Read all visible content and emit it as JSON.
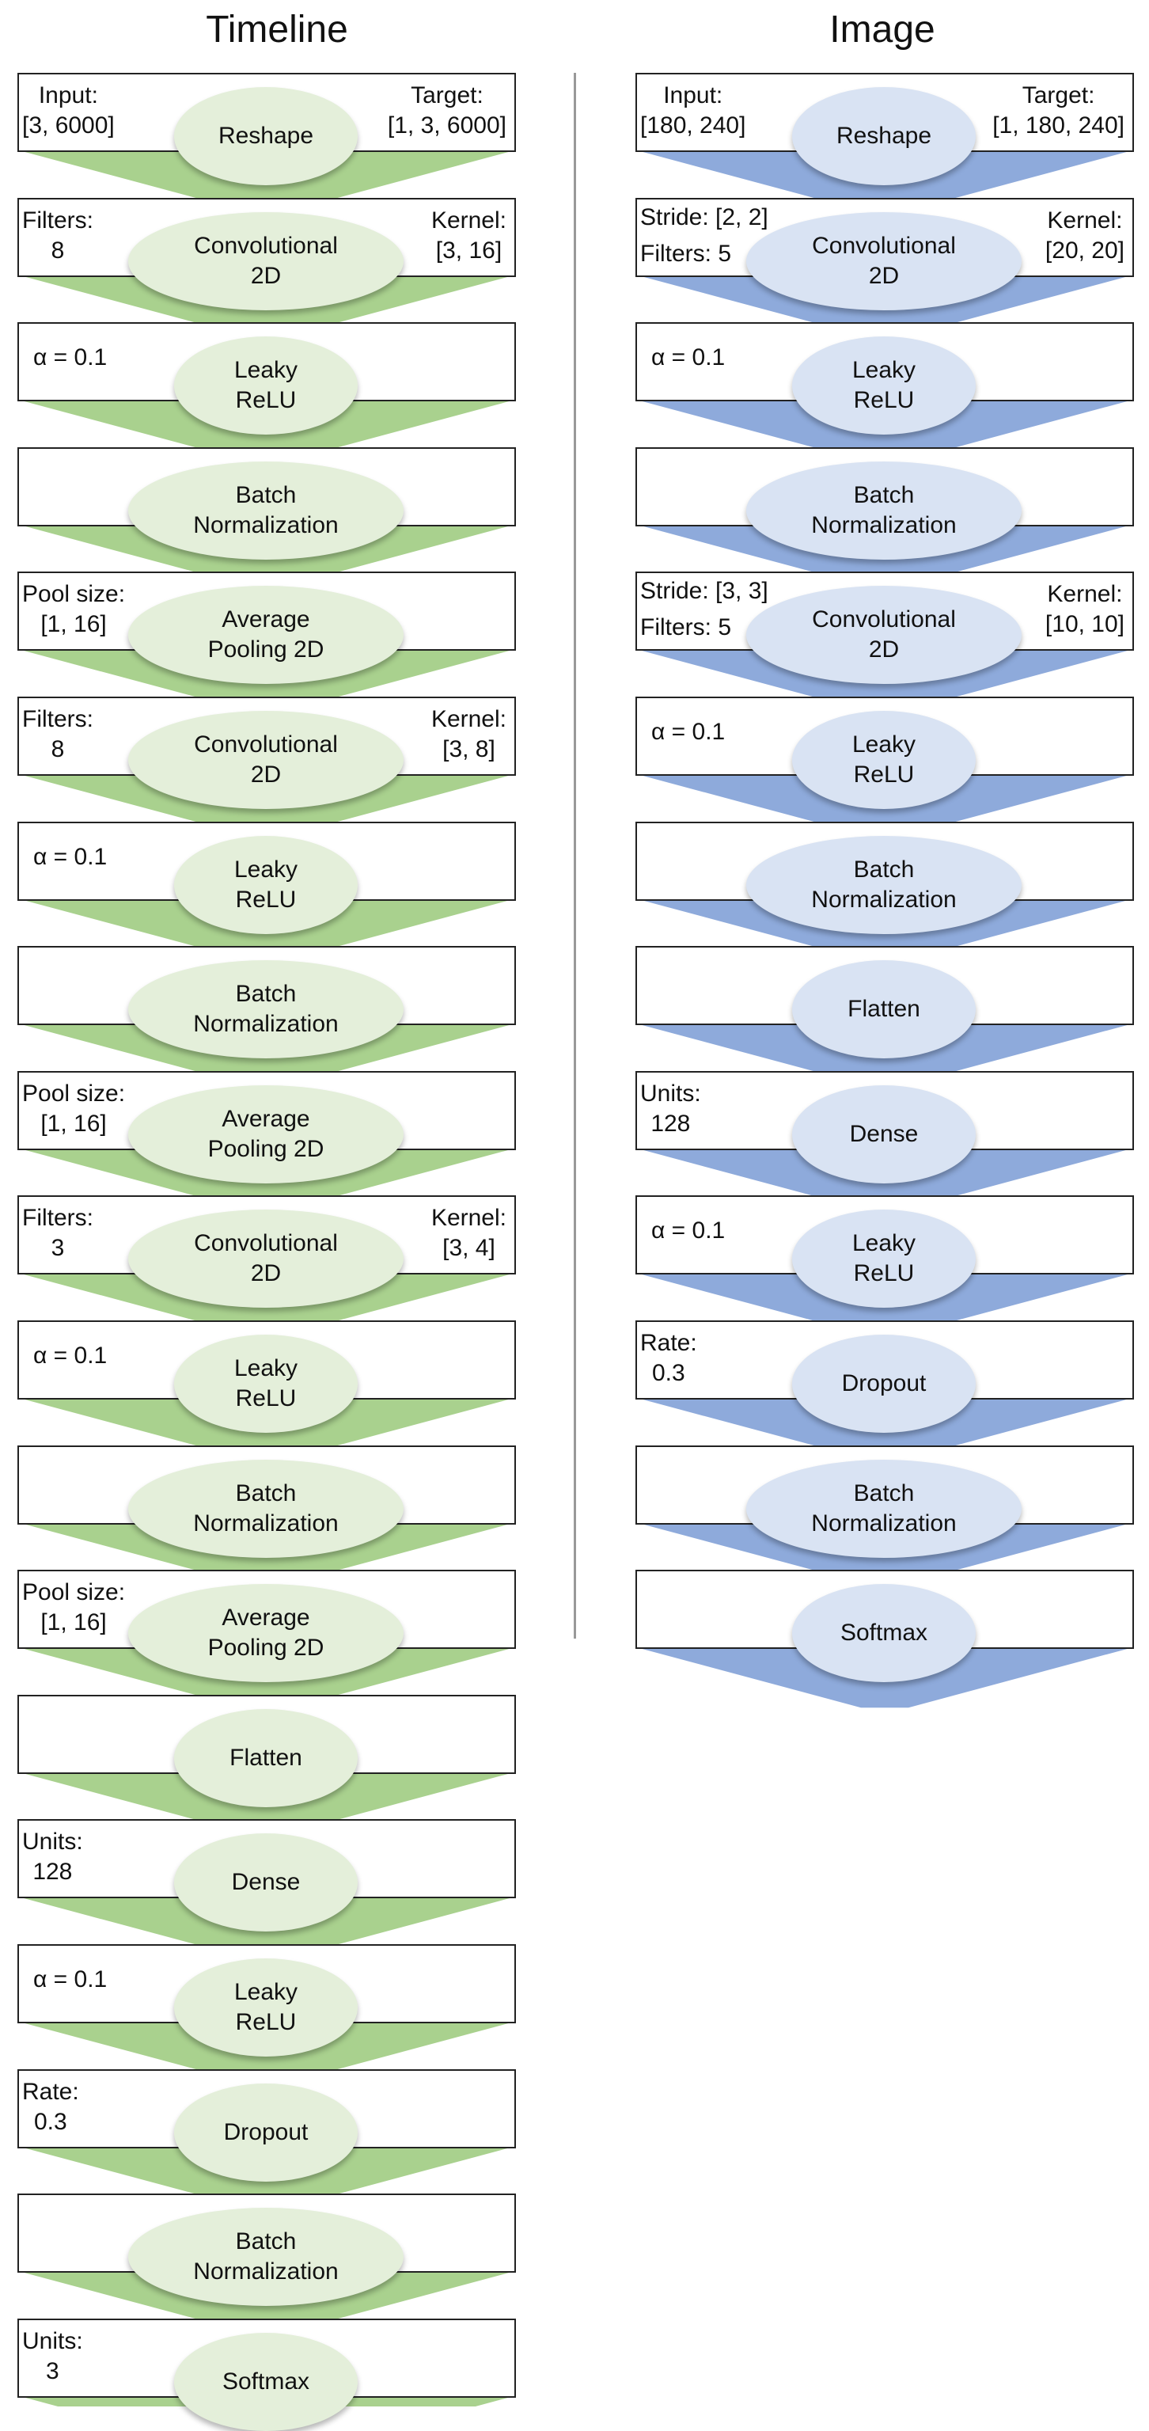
{
  "titles": {
    "left": "Timeline",
    "right": "Image"
  },
  "colors": {
    "green_funnel": "#a9d18e",
    "green_ellipse": "#e4efda",
    "blue_funnel": "#8eaadb",
    "blue_ellipse": "#d9e3f3",
    "divider": "#999999"
  },
  "timeline": [
    {
      "name": "Reshape",
      "wide": false,
      "tl": "Input:\n[3, 6000]",
      "tr": "Target:\n[1, 3, 6000]"
    },
    {
      "name": "Convolutional\n2D",
      "wide": true,
      "tl": "Filters:\n8",
      "tr": "Kernel:\n[3, 16]"
    },
    {
      "name": "Leaky\nReLU",
      "wide": false,
      "ml": "α = 0.1"
    },
    {
      "name": "Batch\nNormalization",
      "wide": true
    },
    {
      "name": "Average\nPooling 2D",
      "wide": true,
      "tl": "Pool size:\n[1, 16]"
    },
    {
      "name": "Convolutional\n2D",
      "wide": true,
      "tl": "Filters:\n8",
      "tr": "Kernel:\n[3, 8]"
    },
    {
      "name": "Leaky\nReLU",
      "wide": false,
      "ml": "α = 0.1"
    },
    {
      "name": "Batch\nNormalization",
      "wide": true
    },
    {
      "name": "Average\nPooling 2D",
      "wide": true,
      "tl": "Pool size:\n[1, 16]"
    },
    {
      "name": "Convolutional\n2D",
      "wide": true,
      "tl": "Filters:\n3",
      "tr": "Kernel:\n[3, 4]"
    },
    {
      "name": "Leaky\nReLU",
      "wide": false,
      "ml": "α = 0.1"
    },
    {
      "name": "Batch\nNormalization",
      "wide": true
    },
    {
      "name": "Average\nPooling 2D",
      "wide": true,
      "tl": "Pool size:\n[1, 16]"
    },
    {
      "name": "Flatten",
      "wide": false
    },
    {
      "name": "Dense",
      "wide": false,
      "tl": "Units:\n128"
    },
    {
      "name": "Leaky\nReLU",
      "wide": false,
      "ml": "α = 0.1"
    },
    {
      "name": "Dropout",
      "wide": false,
      "tl": "Rate:\n0.3"
    },
    {
      "name": "Batch\nNormalization",
      "wide": true
    },
    {
      "name": "Softmax",
      "wide": false,
      "tl": "Units:\n3"
    }
  ],
  "image": [
    {
      "name": "Reshape",
      "wide": false,
      "tl": "Input:\n[180, 240]",
      "tr": "Target:\n[1, 180, 240]"
    },
    {
      "name": "Convolutional\n2D",
      "wide": true,
      "tl1": "Stride: [2, 2]",
      "bl1": "Filters: 5",
      "tr": "Kernel:\n[20, 20]"
    },
    {
      "name": "Leaky\nReLU",
      "wide": false,
      "ml": "α = 0.1"
    },
    {
      "name": "Batch\nNormalization",
      "wide": true
    },
    {
      "name": "Convolutional\n2D",
      "wide": true,
      "tl1": "Stride: [3, 3]",
      "bl1": "Filters: 5",
      "tr": "Kernel:\n[10, 10]"
    },
    {
      "name": "Leaky\nReLU",
      "wide": false,
      "ml": "α = 0.1"
    },
    {
      "name": "Batch\nNormalization",
      "wide": true
    },
    {
      "name": "Flatten",
      "wide": false
    },
    {
      "name": "Dense",
      "wide": false,
      "tl": "Units:\n128"
    },
    {
      "name": "Leaky\nReLU",
      "wide": false,
      "ml": "α = 0.1"
    },
    {
      "name": "Dropout",
      "wide": false,
      "tl": "Rate:\n0.3"
    },
    {
      "name": "Batch\nNormalization",
      "wide": true
    },
    {
      "name": "Softmax",
      "wide": false
    }
  ]
}
